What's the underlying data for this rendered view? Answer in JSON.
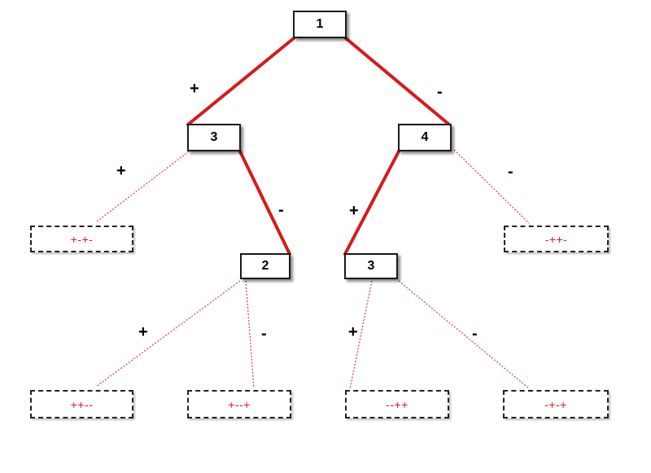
{
  "colors": {
    "path_edge": "#d61a1a",
    "dotted_edge": "#d64a4a",
    "leaf_text": "#e01b1b",
    "node_border": "#1a1a1a"
  },
  "tree": {
    "root": {
      "label": "1"
    },
    "left_child": {
      "label": "3"
    },
    "right_child": {
      "label": "4"
    },
    "left_grandchild": {
      "label": "2"
    },
    "right_grandchild": {
      "label": "3"
    }
  },
  "leaves": [
    {
      "label": "+-+-"
    },
    {
      "label": "-++-"
    },
    {
      "label": "++--"
    },
    {
      "label": "+--+"
    },
    {
      "label": "--++"
    },
    {
      "label": "-+-+"
    }
  ],
  "edge_signs": {
    "root_left": "+",
    "root_right": "-",
    "l1_left": "+",
    "l1_right": "-",
    "r1_left": "+",
    "r1_right": "-",
    "l2_left": "+",
    "l2_right": "-",
    "r2_left": "+",
    "r2_right": "-"
  }
}
